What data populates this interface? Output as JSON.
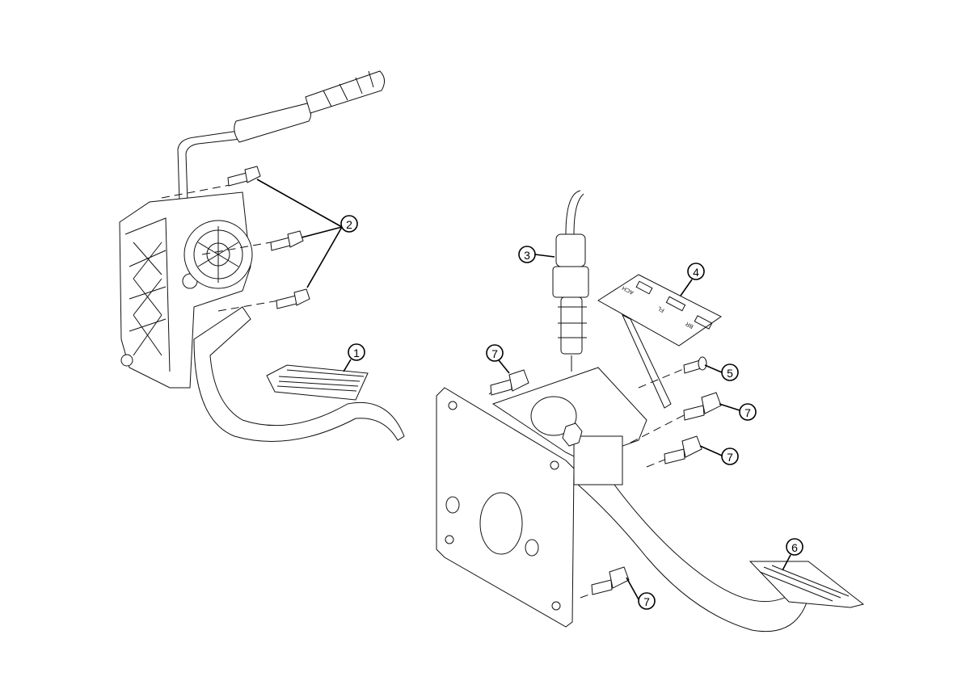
{
  "callouts": [
    {
      "id": "1",
      "label": "1"
    },
    {
      "id": "2",
      "label": "2"
    },
    {
      "id": "3",
      "label": "3"
    },
    {
      "id": "4",
      "label": "4"
    },
    {
      "id": "5",
      "label": "5"
    },
    {
      "id": "6",
      "label": "6"
    },
    {
      "id": "7a",
      "label": "7"
    },
    {
      "id": "7b",
      "label": "7"
    },
    {
      "id": "7c",
      "label": "7"
    },
    {
      "id": "7d",
      "label": "7"
    }
  ],
  "bracket_labels": [
    "ACH",
    "FL",
    "BR"
  ]
}
